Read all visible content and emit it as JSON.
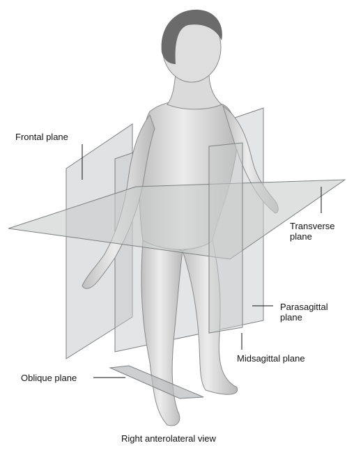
{
  "labels": {
    "frontal": "Frontal plane",
    "transverse": [
      "Transverse",
      "plane"
    ],
    "parasagittal": [
      "Parasagittal",
      "plane"
    ],
    "midsagittal": "Midsagittal plane",
    "oblique": "Oblique plane",
    "caption": "Right anterolateral view"
  },
  "colors": {
    "plane_fill": "#c9cbcc",
    "plane_edge": "#7c7f81",
    "skin": "#d9d9d9",
    "hair": "#6b6b6b",
    "leader": "#111111"
  }
}
